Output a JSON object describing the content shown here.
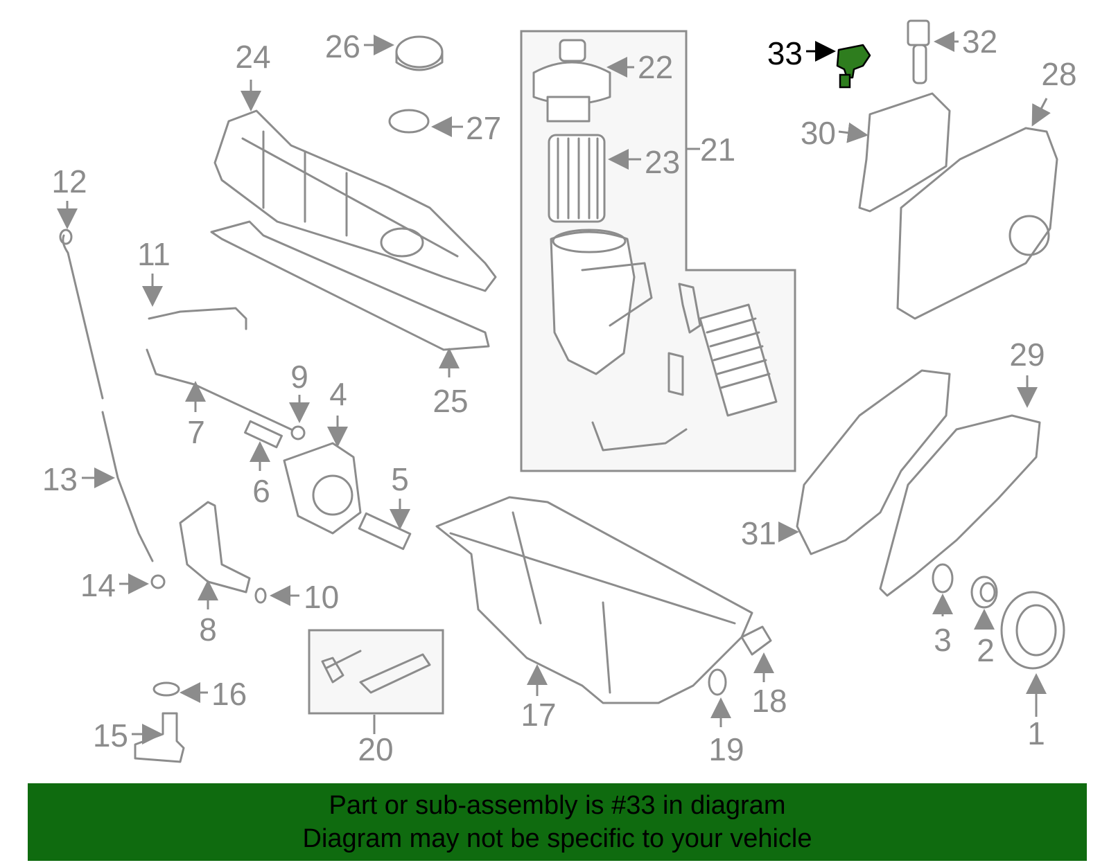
{
  "diagram": {
    "highlight_color": "#2e7d1e",
    "callouts": [
      "1",
      "2",
      "3",
      "4",
      "5",
      "6",
      "7",
      "8",
      "9",
      "10",
      "11",
      "12",
      "13",
      "14",
      "15",
      "16",
      "17",
      "18",
      "19",
      "20",
      "21",
      "22",
      "23",
      "24",
      "25",
      "26",
      "27",
      "28",
      "29",
      "30",
      "31",
      "32",
      "33"
    ],
    "highlighted_callout": "33"
  },
  "banner": {
    "line1": "Part or sub-assembly is #33 in diagram",
    "line2": "Diagram may not be specific to your vehicle",
    "background": "#0f6b0f"
  }
}
